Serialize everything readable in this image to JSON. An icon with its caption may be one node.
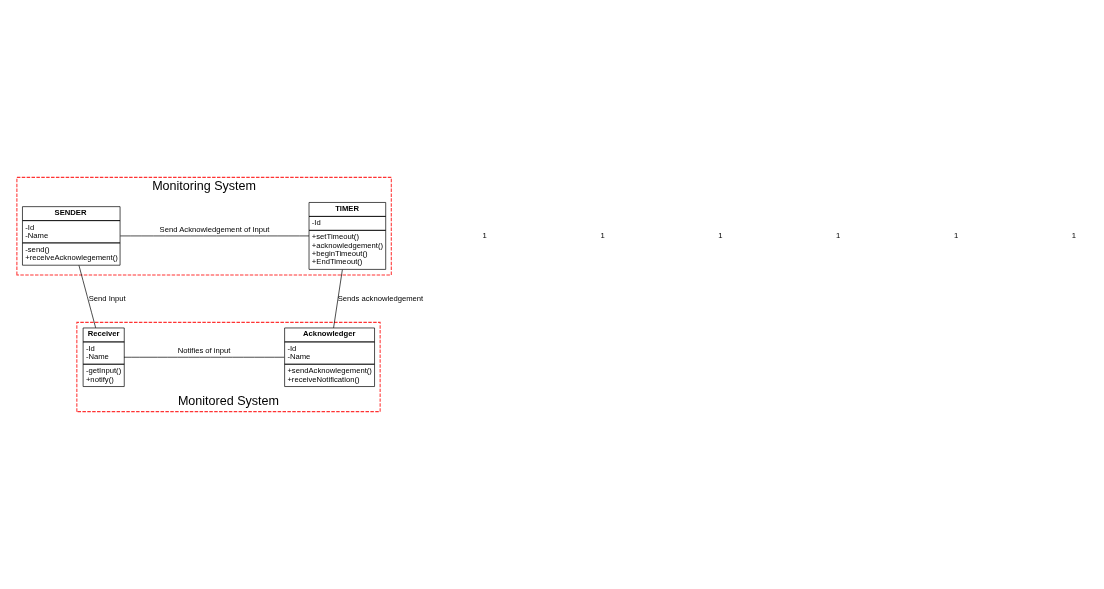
{
  "diagram": {
    "nodes": [
      {
        "text": [
          "Monitoring System"
        ]
      },
      {
        "text": [
          "SENDER",
          "-Id -Name",
          "-send() +receiveAcknowlegement()"
        ],
        "in": 0
      },
      {
        "text": [
          "TIMER",
          "-Id",
          "+setTimeout() +acknowledgement() +beginTimeout() +EndTimeout()"
        ],
        "in": 0
      },
      {
        "text": [
          "Monitored System"
        ]
      },
      {
        "text": [
          "Receiver",
          "-Id -Name",
          "-getInput() +notify()"
        ],
        "in": 3
      },
      {
        "text": [
          "Acknowledger",
          "-Id -Name",
          "+sendAcknowlegement() +receiveNotification()"
        ],
        "in": 3
      }
    ],
    "edges": [
      {
        "from": 1,
        "to": 2,
        "arrow": "none",
        "label": "Send Acknowledgement of Input"
      },
      {
        "from": 1,
        "to": 4,
        "arrow": "none",
        "label": "Send Input"
      },
      {
        "from": 2,
        "to": 5,
        "arrow": "none",
        "label": "Sends acknowledgement"
      },
      {
        "from": 4,
        "to": 5,
        "arrow": "none",
        "label": "Notifies of input"
      }
    ],
    "labels": [
      "1",
      "1",
      "1",
      "1",
      "1",
      "1"
    ]
  }
}
